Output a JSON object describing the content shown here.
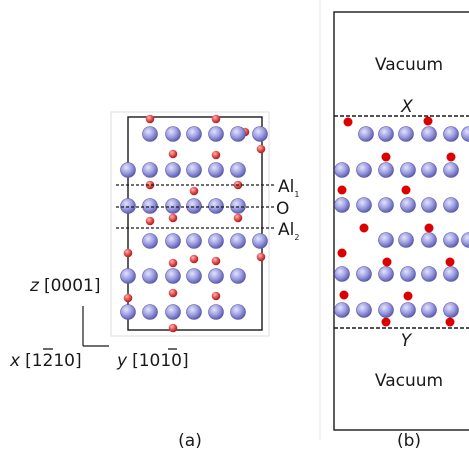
{
  "panel_a": {
    "caption": "(a)",
    "labels": {
      "al1": "Al",
      "al1_sub": "1",
      "o": "O",
      "al2": "Al",
      "al2_sub": "2"
    },
    "axes": {
      "z_var": "z",
      "z_index": "[0001]",
      "x_var": "x",
      "x_index_pre": "[1",
      "x_index_bar": "2",
      "x_index_post": "10]",
      "y_var": "y",
      "y_index_pre": "[10",
      "y_index_bar": "1",
      "y_index_post": "0]"
    }
  },
  "panel_b": {
    "caption": "(b)",
    "vacuum_top": "Vacuum",
    "vacuum_bottom": "Vacuum",
    "plane_top": "X",
    "plane_bottom": "Y"
  },
  "colors": {
    "aluminum": "#9a9ae0",
    "aluminum_dark": "#5656a6",
    "oxygen": "#e04848",
    "oxygen_b": "#dd0000",
    "frame": "#1a1a1a"
  }
}
